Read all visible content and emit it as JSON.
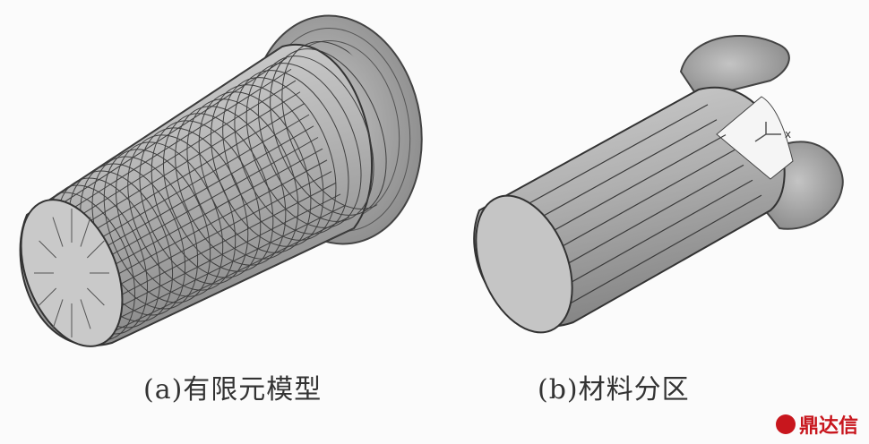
{
  "captions": {
    "a": "(a)有限元模型",
    "b": "(b)材料分区"
  },
  "panel_b_axis_label": "x",
  "watermark": {
    "text": "鼎达信",
    "color": "#c8161d"
  },
  "colors": {
    "mesh_line": "#4a4a4a",
    "surface": "#bdbdbd",
    "background": "#fbfbfb"
  }
}
